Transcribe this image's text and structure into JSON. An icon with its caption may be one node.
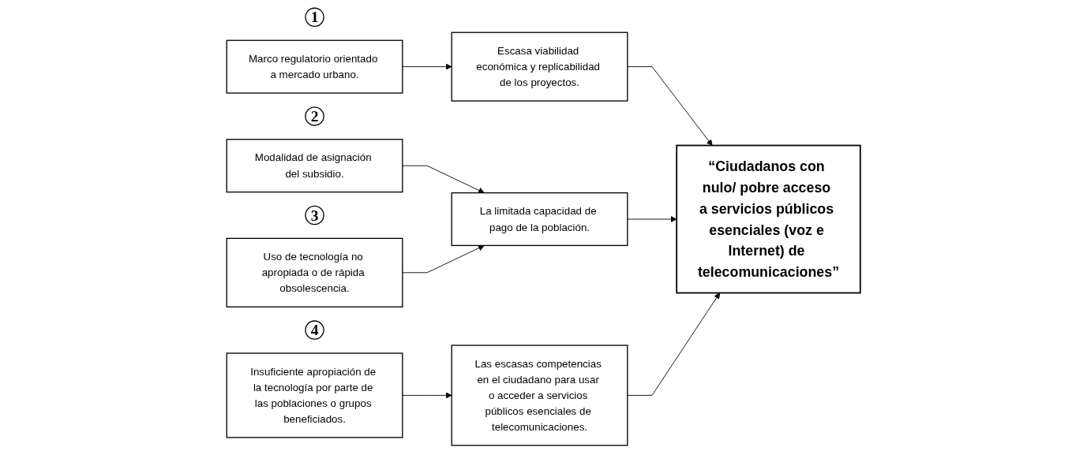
{
  "diagram": {
    "nodes": [
      {
        "text": [
          "1"
        ]
      },
      {
        "text": [
          "Marco regulatorio orientado a mercado urbano."
        ]
      },
      {
        "text": [
          "Escasa viabilidad económica y replicabilidad de los proyectos."
        ]
      },
      {
        "text": [
          "“Ciudadanos con nulo/ pobre acceso a servicios públicos esenciales (voz e Internet) de telecomunicaciones”"
        ]
      },
      {
        "text": [
          "2"
        ]
      },
      {
        "text": [
          "Modalidad de asignación del subsidio."
        ]
      },
      {
        "text": [
          "La limitada capacidad de pago de la población."
        ]
      },
      {
        "text": [
          "3"
        ]
      },
      {
        "text": [
          "Uso de tecnología no apropiada o de rápida obsolescencia."
        ]
      },
      {
        "text": [
          "4"
        ]
      },
      {
        "text": [
          "Insuficiente apropiación de la tecnología por parte de las poblaciones o grupos beneficiados."
        ]
      },
      {
        "text": [
          "Las escasas competencias en el ciudadano para usar o acceder a servicios públicos esenciales de telecomunicaciones."
        ]
      }
    ],
    "edges": [
      {
        "from": 1,
        "to": 2,
        "arrow": "to"
      },
      {
        "from": 2,
        "to": 3,
        "arrow": "to"
      },
      {
        "from": 5,
        "to": 6,
        "arrow": "to"
      },
      {
        "from": 8,
        "to": 6,
        "arrow": "to"
      },
      {
        "from": 6,
        "to": 3,
        "arrow": "to"
      },
      {
        "from": 10,
        "to": 11,
        "arrow": "to"
      },
      {
        "from": 11,
        "to": 3,
        "arrow": "to"
      }
    ]
  }
}
